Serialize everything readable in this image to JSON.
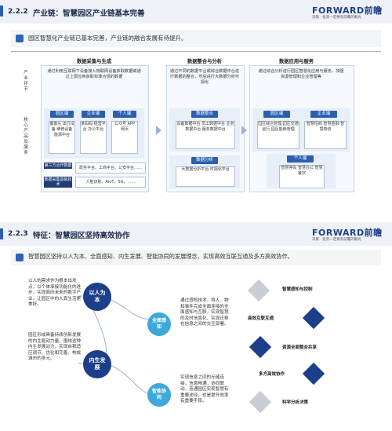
{
  "brand": {
    "logo": "FORWARD前瞻",
    "tagline": "决策 · 投资一定要有前瞻的眼光"
  },
  "section1": {
    "num": "2.2.2",
    "title": "产业链：智慧园区产业链基本完善",
    "summary": "园区智慧化产业链已基本完善，产业链的融合发展有待提升。",
    "columns": [
      "数据采集与生成",
      "数据整合与分析",
      "数据应用与服务"
    ],
    "row_labels": [
      "产业环节",
      "核心产品及服务"
    ],
    "col1": {
      "desc": "通过利用互联网下设备接入物联网设备获取数据或通过上层应用获取标准合规的数据",
      "groups": [
        {
          "tag": "园区端",
          "items": "摄像头 出行设备 维修设备 能源中台"
        },
        {
          "tag": "企业端",
          "items": "条码码 经营平台 办公平台"
        },
        {
          "tag": "个人端",
          "items": "公众号 APP 网页"
        }
      ],
      "third_party": {
        "tag": "第三方合作数据",
        "text": "政务平台、工商平台、公安平台……"
      },
      "base": {
        "tag": "数据采集基础技术",
        "text": "人脸识别、AIoT、5G、……"
      }
    },
    "col2": {
      "desc": "通过不同的数据平台或综合数据中台进行数据的整合，然后进行大数据分析可视化",
      "integration": {
        "tag": "数据整合",
        "items": "设备数据中台 员工数据中台 业务数据中台 服务数据中台"
      },
      "analysis": {
        "tag": "数据分析",
        "items": "大数据分析平台 可视化平台"
      }
    },
    "col3": {
      "desc": "通过综合分析进行园区智慧化应用与服务，加强资源管理和企业管理等",
      "park": {
        "tag": "园区端",
        "items": "园区综合管理 园区交通运行 园区能耗管理"
      },
      "enterprise": {
        "tag": "企业端",
        "items": "智慧招商 智慧金融 智慧物流"
      },
      "person": {
        "tag": "个人端",
        "items": "智慧停车 智慧办公 智慧餐饮"
      }
    }
  },
  "section2": {
    "num": "2.2.3",
    "title": "特征：智慧园区坚持高效协作",
    "summary": "智慧园区坚持以人为本、全面感知、内生发展、智能协同的发展理念，实现高效互联互通及多方高效协作。",
    "left_texts": [
      "以人的需求作为根本出发点，以个体承接功能化的进步，实现面向未来的数字产业，让园区中的人真生活更美好。",
      "园区形成具备持续创新发展的内生驱动力量，围绕这种内生发展动力，实现自我适应调节、优化和完善、构成城市的多元。"
    ],
    "circles": [
      "以人为本",
      "全面感知",
      "内生发展",
      "智能协同"
    ],
    "right_texts": [
      "通过感知技术，将人、物和事件完成全面连接的全面感知与互联，实现智慧的及时信息化、实现迁移在信息之间的交互部署。",
      "实现信息之间的无缝连接，信息畅通，协同联动，连通园区实现智慧有重要途径，也是提升效率有重要手段。"
    ],
    "features": [
      "智慧感知与控制",
      "高效互联互通",
      "资源全面整合共享",
      "多方高效协作",
      "科学分析决策"
    ]
  },
  "colors": {
    "navy": "#1d3f8a",
    "blue": "#2a5fb0",
    "teal": "#3ea8d8"
  }
}
